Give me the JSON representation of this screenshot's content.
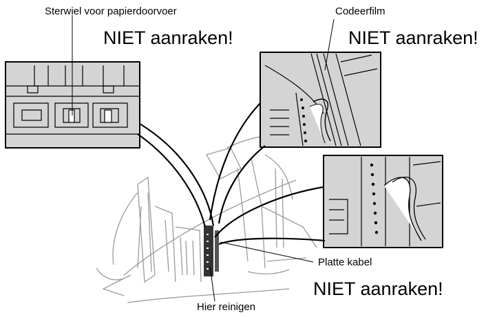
{
  "labels": {
    "paper_feed_star_wheel": "Sterwiel voor papierdoorvoer",
    "encoder_film": "Codeerfilm",
    "flat_cable": "Platte kabel",
    "clean_here": "Hier reinigen"
  },
  "warnings": {
    "top_left": "NIET aanraken!",
    "top_right": "NIET aanraken!",
    "bottom_right": "NIET aanraken!"
  }
}
